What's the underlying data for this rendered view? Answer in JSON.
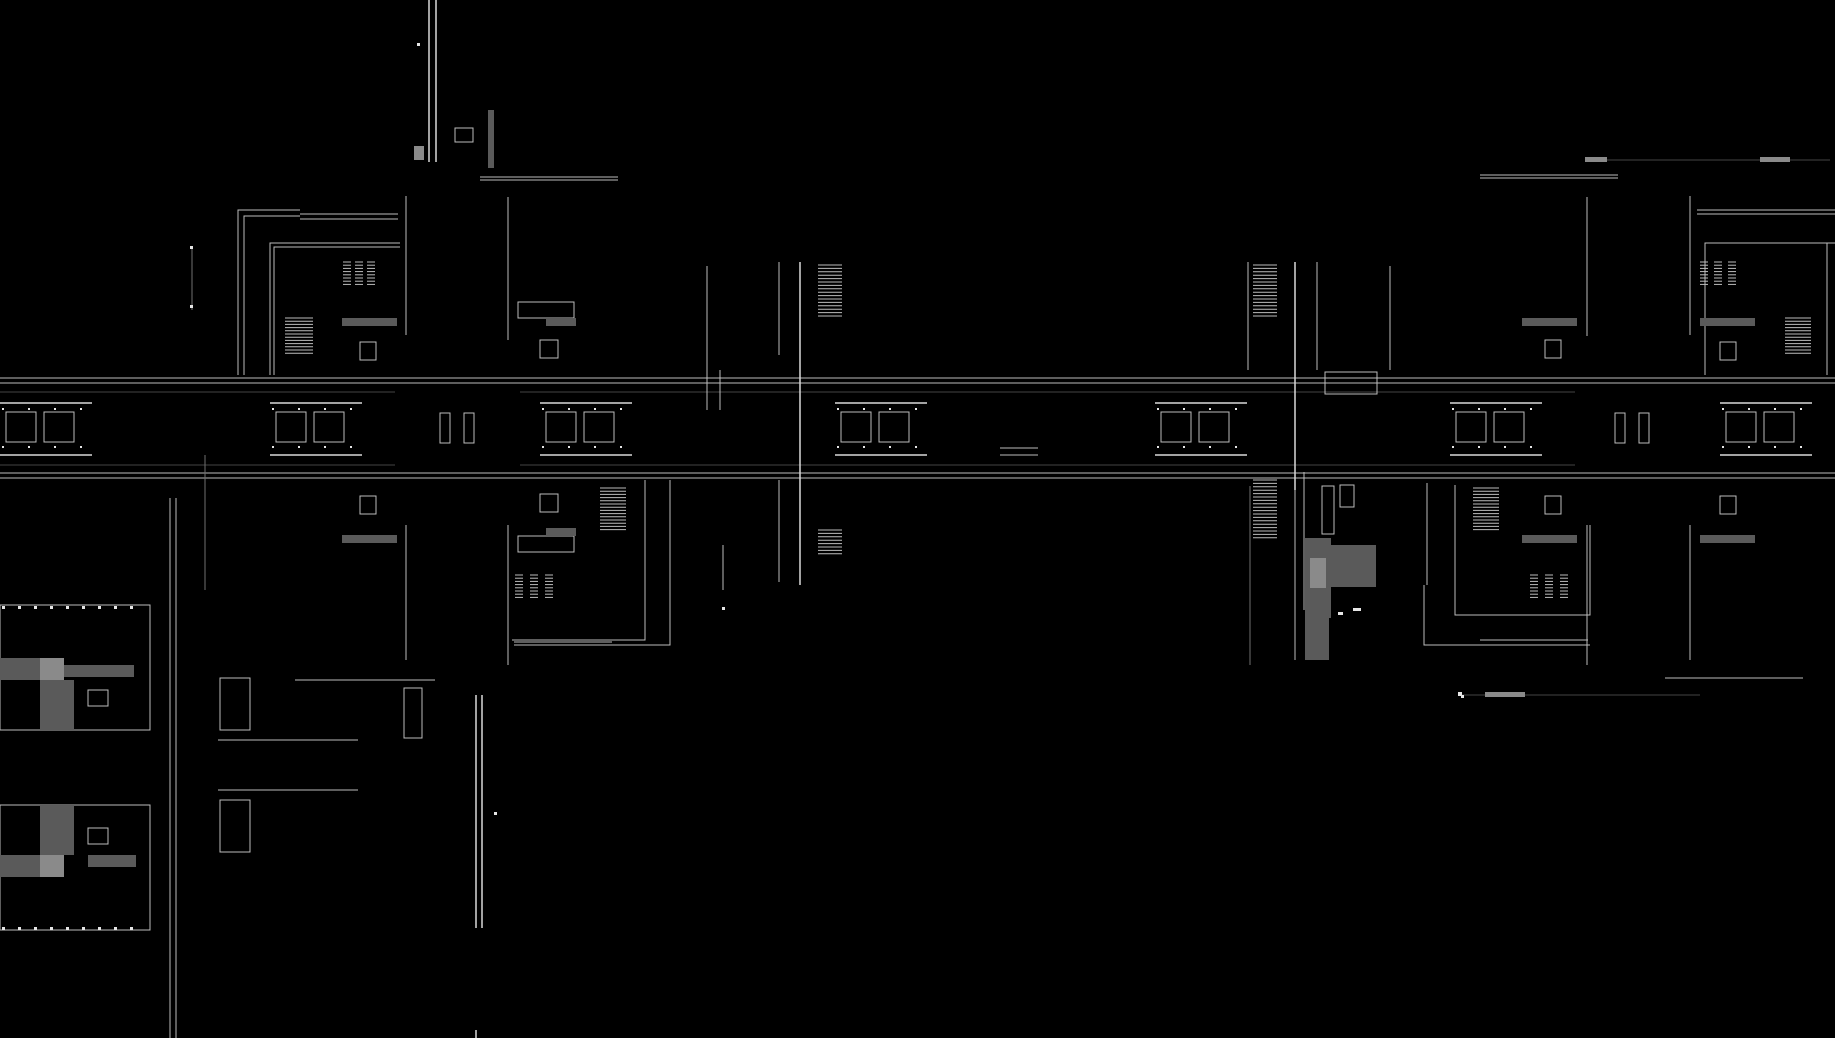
{
  "viewport": {
    "background": "#000000",
    "line_color": "#bdbdbd",
    "fill_gray": "#5a5a5a"
  },
  "drawing": {
    "type": "cad-floor-plan-wireframe",
    "corridor_count": 1,
    "wing_blocks": 6,
    "inline_labels": []
  }
}
